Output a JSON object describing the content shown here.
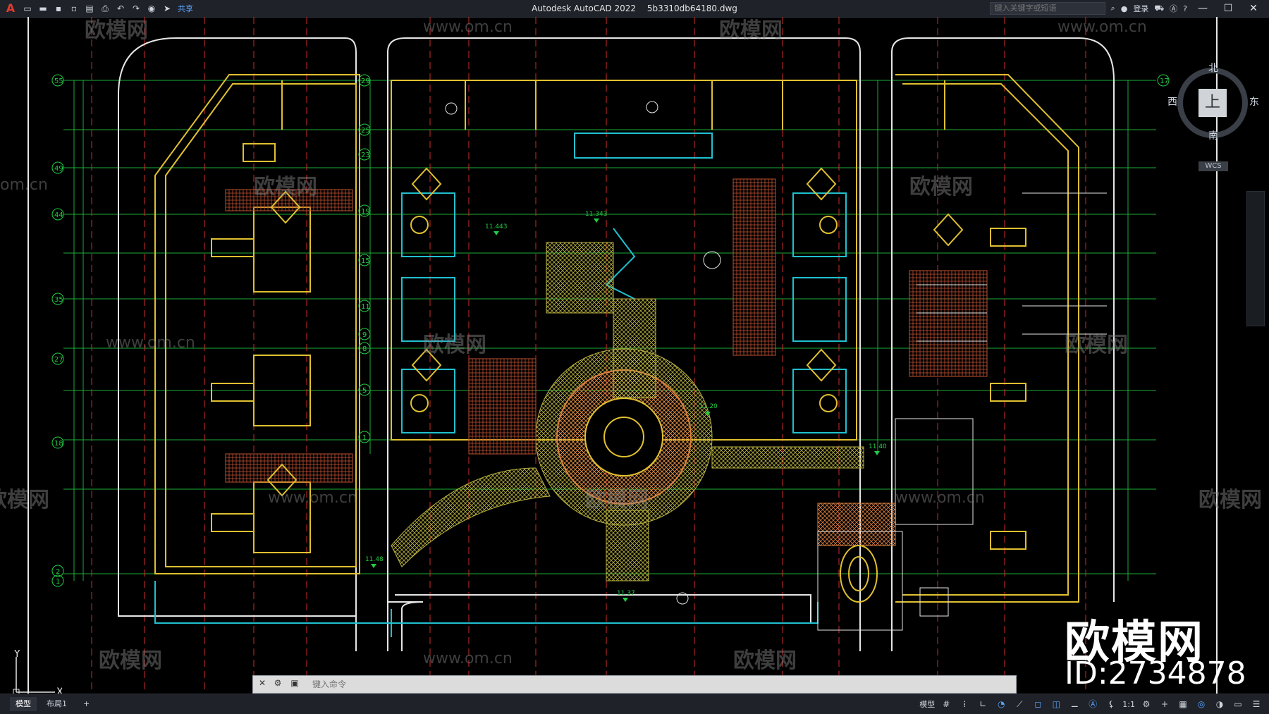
{
  "titlebar": {
    "app": "Autodesk AutoCAD 2022",
    "file": "5b3310db64180.dwg",
    "share_label": "共享",
    "search_placeholder": "键入关键字或短语",
    "login_label": "登录"
  },
  "viewcube": {
    "north": "北",
    "south": "南",
    "west": "西",
    "east": "东",
    "top": "上",
    "wcs": "WCS"
  },
  "watermark": {
    "brand": "欧模网",
    "id": "ID:2734878",
    "url": "www.om.cn",
    "url_partial": "om.cn"
  },
  "ucs": {
    "x": "X",
    "y": "Y"
  },
  "commandline": {
    "placeholder": "键入命令"
  },
  "statusbar": {
    "tabs": [
      "模型",
      "布局1"
    ],
    "add_tab": "+",
    "model_label": "模型",
    "scale": "1:1"
  },
  "labels": {
    "axes_left": [
      "55",
      "49",
      "44",
      "35",
      "27",
      "18",
      "2",
      "1"
    ],
    "axes_mid": [
      "29",
      "25",
      "23",
      "19",
      "15",
      "11",
      "9",
      "8",
      "5",
      "1"
    ],
    "axes_right": [
      "17"
    ],
    "elevations": [
      "11.343",
      "11.443",
      "11.20",
      "11.40",
      "11.37",
      "11.48"
    ]
  },
  "colors": {
    "yellow": "#e0c030",
    "green": "#22cc44",
    "red": "#e03030",
    "orange": "#d98040",
    "cyan": "#20c0d0",
    "white": "#e6e6e6",
    "gray": "#8a8a8a",
    "dark_red": "#a03020"
  }
}
